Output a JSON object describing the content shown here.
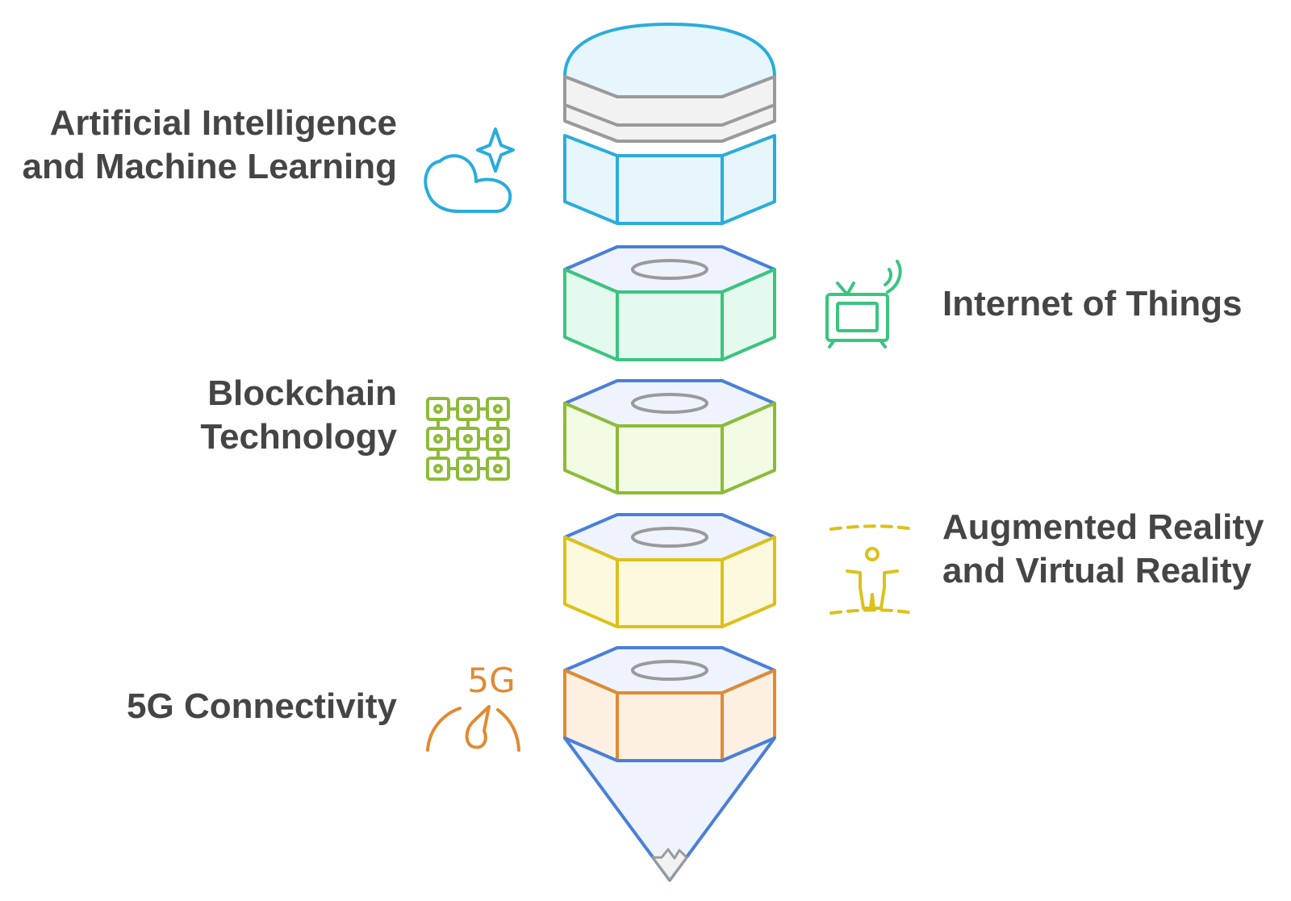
{
  "layers": [
    {
      "key": "ai",
      "lines": [
        "Artificial Intelligence",
        "and Machine Learning"
      ],
      "color": "#2AACDB",
      "fill": "#E6F6FC",
      "icon": "cloud-sparkle-icon"
    },
    {
      "key": "iot",
      "lines": [
        "Internet of Things"
      ],
      "color": "#3CC47F",
      "fill": "#E4FAEE",
      "icon": "smart-tv-icon"
    },
    {
      "key": "blockchain",
      "lines": [
        "Blockchain",
        "Technology"
      ],
      "color": "#8DBB38",
      "fill": "#F2FBE3",
      "icon": "block-grid-icon"
    },
    {
      "key": "ar",
      "lines": [
        "Augmented Reality",
        "and Virtual Reality"
      ],
      "color": "#DCC11A",
      "fill": "#FDF9DE",
      "icon": "person-reality-icon"
    },
    {
      "key": "5g",
      "lines": [
        "5G Connectivity"
      ],
      "color": "#E18A33",
      "fill": "#FDF0E3",
      "icon": "speedometer-5g-icon",
      "icon_text": "5G"
    }
  ],
  "colors": {
    "text": "#454545",
    "top_face_stroke": "#4A7FD8",
    "top_face_fill": "#EEF3FD",
    "ring": "#9A9A9A",
    "cap_band": "#9A9A9A",
    "cap_band_fill": "#F2F2F2",
    "tip": "#4A7FD8",
    "tip_fill": "#EEF3FD"
  }
}
